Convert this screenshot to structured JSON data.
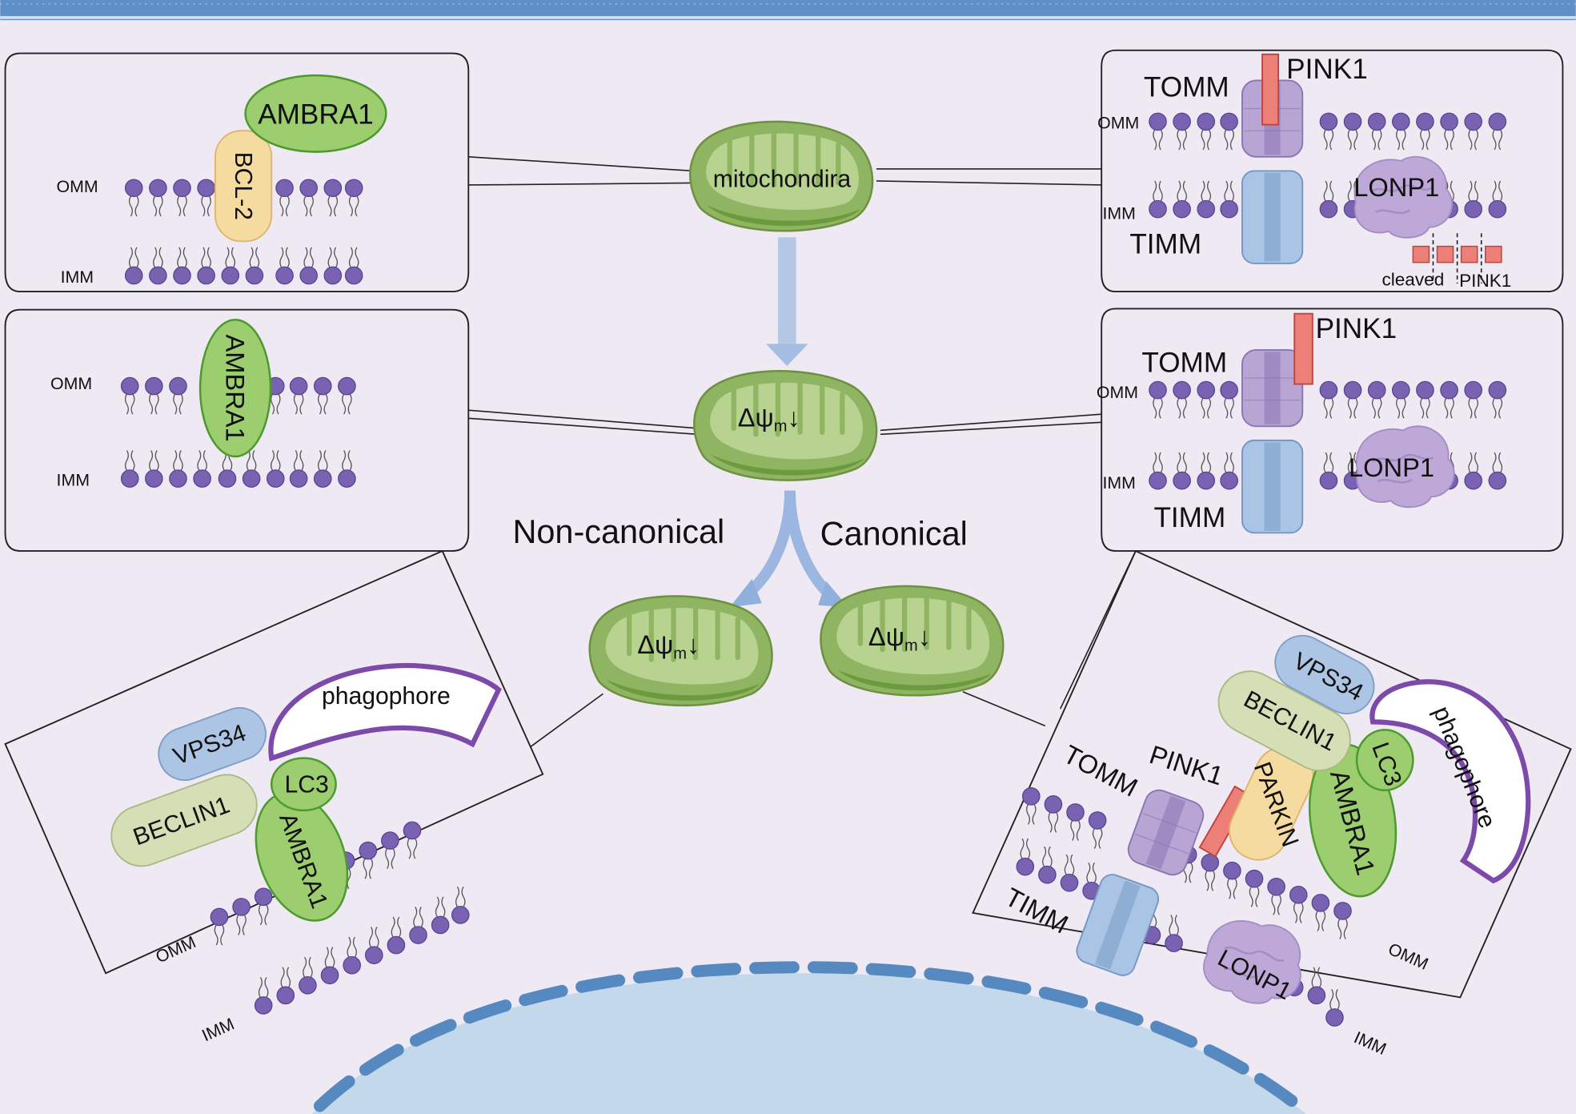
{
  "labels": {
    "mito_center": "mitochondira",
    "delta_psi": "Δψ",
    "delta_psi_sub": "m",
    "delta_psi_arrow": "↓",
    "pathway_noncanonical": "Non-canonical",
    "pathway_canonical": "Canonical",
    "omm": "OMM",
    "imm": "IMM",
    "ambra1": "AMBRA1",
    "bcl2": "BCL-2",
    "tomm": "TOMM",
    "timm": "TIMM",
    "pink1": "PINK1",
    "lonp1": "LONP1",
    "cleaved": "cleaved",
    "vps34": "VPS34",
    "beclin1": "BECLIN1",
    "lc3": "LC3",
    "parkin": "PARKIN",
    "phagophore": "phagophore"
  },
  "colors": {
    "background": "#efe9f3",
    "mito_green": "#8fb562",
    "mito_inner": "#b8d290",
    "lipid_purple": "#7a62b3",
    "ambra1_fill": "#9ccd6e",
    "bcl2_fill": "#f6dba0",
    "pink1_fill": "#ec7f78",
    "tomm_fill": "#b8a5d3",
    "timm_fill": "#a9c4e4",
    "lonp1_fill": "#bea8d8",
    "vps34_fill": "#adc5e4",
    "beclin1_fill": "#d4dfb6",
    "phagophore_stroke": "#7c4aa8",
    "nucleus_fill": "#c3d8ea",
    "nucleus_border": "#5589c0",
    "arrow_blue": "#8fb0dd"
  }
}
